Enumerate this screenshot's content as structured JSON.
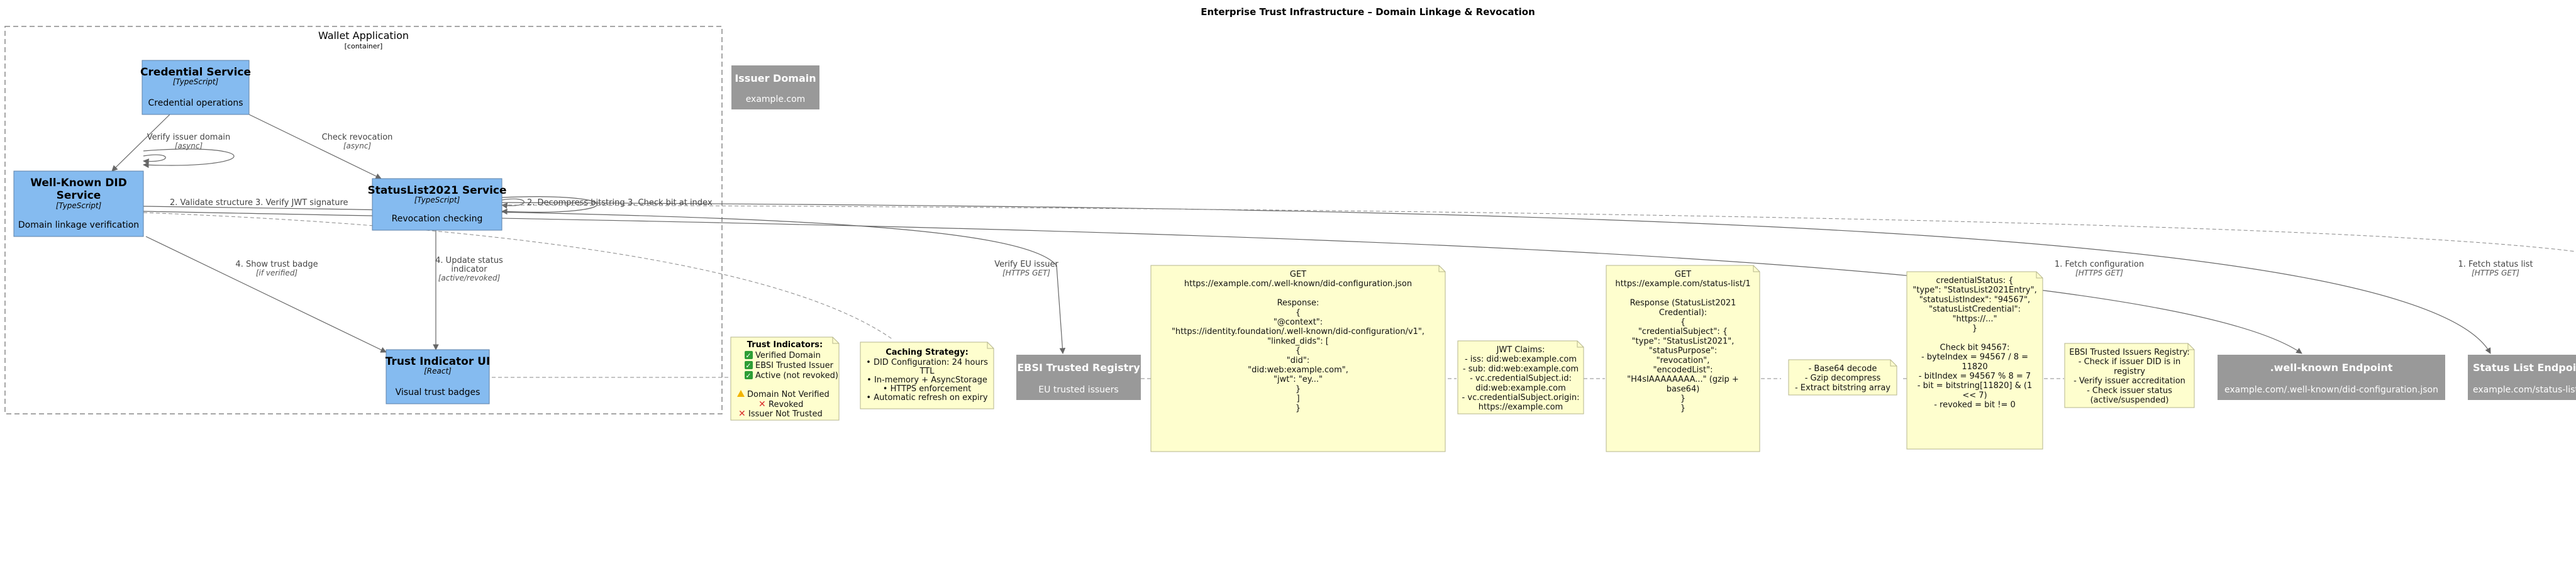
{
  "title": "Enterprise Trust Infrastructure – Domain Linkage & Revocation",
  "colors": {
    "container_box": "#85bbf0",
    "container_border": "#5d82a8",
    "external_box": "#999999",
    "note_fill": "#fefece",
    "note_border": "#b5b58c",
    "edge": "#666666"
  },
  "boundary": {
    "name": "Wallet Application",
    "type": "[container]"
  },
  "containers": {
    "credential_service": {
      "name": "Credential Service",
      "tech": "[TypeScript]",
      "desc": "Credential operations"
    },
    "wellknown_service": {
      "name_lines": [
        "Well-Known DID",
        "Service"
      ],
      "tech": "[TypeScript]",
      "desc": "Domain linkage verification"
    },
    "statuslist_service": {
      "name": "StatusList2021 Service",
      "tech": "[TypeScript]",
      "desc": "Revocation checking"
    },
    "trust_ui": {
      "name": "Trust Indicator UI",
      "tech": "[React]",
      "desc": "Visual trust badges"
    }
  },
  "externals": {
    "issuer_domain": {
      "name": "Issuer Domain",
      "desc": "example.com"
    },
    "ebsi": {
      "name": "EBSI Trusted Registry",
      "desc": "EU trusted issuers"
    },
    "wellknown_endpoint": {
      "name": ".well-known Endpoint",
      "desc": "example.com/.well-known/did-configuration.json"
    },
    "statuslist_endpoint": {
      "name": "Status List Endpoint",
      "desc": "example.com/status-list"
    }
  },
  "edges": {
    "verify_issuer_domain": {
      "label": "Verify issuer domain",
      "tech": "[async]"
    },
    "check_revocation": {
      "label": "Check revocation",
      "tech": "[async]"
    },
    "validate_structure": {
      "label": "2. Validate structure"
    },
    "verify_jwt": {
      "label": "3. Verify JWT signature"
    },
    "decompress": {
      "label": "2. Decompress bitstring"
    },
    "check_bit": {
      "label": "3. Check bit at index"
    },
    "update_status": {
      "label_lines": [
        "4. Update status",
        "indicator"
      ],
      "tech": "[active/revoked]"
    },
    "show_badge": {
      "label": "4. Show trust badge",
      "tech": "[if verified]"
    },
    "verify_eu": {
      "label": "Verify EU issuer",
      "tech": "[HTTPS GET]"
    },
    "fetch_config": {
      "label": "1. Fetch configuration",
      "tech": "[HTTPS GET]"
    },
    "fetch_status": {
      "label": "1. Fetch status list",
      "tech": "[HTTPS GET]"
    }
  },
  "notes": {
    "trust_indicators": {
      "heading": "Trust Indicators:",
      "items": [
        {
          "icon": "check",
          "text": "Verified Domain"
        },
        {
          "icon": "check",
          "text": "EBSI Trusted Issuer"
        },
        {
          "icon": "check",
          "text": "Active (not revoked)"
        },
        {
          "icon": "warning",
          "text": "Domain Not Verified"
        },
        {
          "icon": "cross",
          "text": "Revoked"
        },
        {
          "icon": "cross",
          "text": "Issuer Not Trusted"
        }
      ]
    },
    "caching": {
      "heading": "Caching Strategy:",
      "lines": [
        "• DID Configuration: 24 hours",
        "TTL",
        "• In-memory + AsyncStorage",
        "• HTTPS enforcement",
        "• Automatic refresh on expiry"
      ]
    },
    "did_config_get": {
      "lines": [
        "GET",
        "https://example.com/.well-known/did-configuration.json",
        "",
        "Response:",
        "{",
        "\"@context\":",
        "\"https://identity.foundation/.well-known/did-configuration/v1\",",
        "\"linked_dids\": [",
        "{",
        "\"did\":",
        "\"did:web:example.com\",",
        "\"jwt\": \"ey...\"",
        "}",
        "]",
        "}"
      ]
    },
    "jwt_claims": {
      "lines": [
        "JWT Claims:",
        "- iss: did:web:example.com",
        "- sub: did:web:example.com",
        "- vc.credentialSubject.id:",
        "did:web:example.com",
        "- vc.credentialSubject.origin:",
        "https://example.com"
      ]
    },
    "status_list_get": {
      "lines": [
        "GET",
        "https://example.com/status-list/1",
        "",
        "Response (StatusList2021",
        "Credential):",
        "{",
        "\"credentialSubject\": {",
        "\"type\": \"StatusList2021\",",
        "\"statusPurpose\":",
        "\"revocation\",",
        "\"encodedList\":",
        "\"H4sIAAAAAAAA...\" (gzip +",
        "base64)",
        "}",
        "}"
      ]
    },
    "base64": {
      "lines": [
        "- Base64 decode",
        "- Gzip decompress",
        "- Extract bitstring array"
      ]
    },
    "credential_status": {
      "lines": [
        "credentialStatus: {",
        "\"type\": \"StatusList2021Entry\",",
        "\"statusListIndex\": \"94567\",",
        "\"statusListCredential\":",
        "\"https://...\"",
        "}",
        "",
        "Check bit 94567:",
        "- byteIndex = 94567 / 8 =",
        "11820",
        "- bitIndex = 94567 % 8 = 7",
        "- bit = bitstring[11820] & (1",
        "<< 7)",
        "- revoked = bit != 0"
      ]
    },
    "ebsi_registry": {
      "lines": [
        "EBSI Trusted Issuers Registry:",
        "- Check if issuer DID is in",
        "registry",
        "- Verify issuer accreditation",
        "- Check issuer status",
        "(active/suspended)"
      ]
    }
  }
}
